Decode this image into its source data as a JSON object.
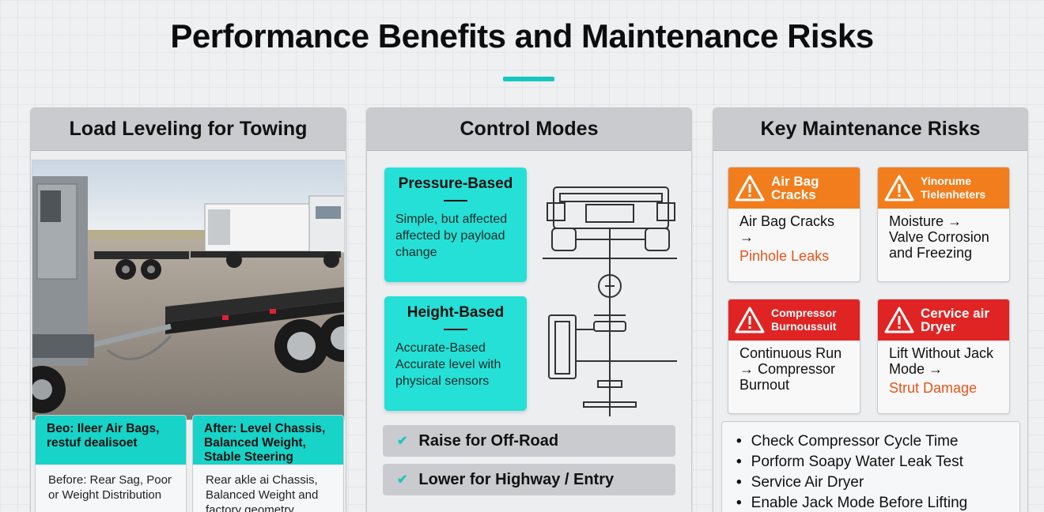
{
  "title": "Performance Benefits and Maintenance Risks",
  "panels": {
    "towing": {
      "heading": "Load Leveling for Towing",
      "before": {
        "head": "Beo: Ileer Air Bags, restuf dealisoet",
        "body": "Before: Rear Sag, Poor or Weight Distribution"
      },
      "after": {
        "head": "After: Level Chassis, Balanced Weight, Stable Steering",
        "body": "Rear akle ai Chassis, Balanced Weight and factory geometry"
      }
    },
    "modes": {
      "heading": "Control Modes",
      "pressure": {
        "title": "Pressure-Based",
        "desc": "Simple, but affected affected by payload change"
      },
      "height": {
        "title": "Height-Based",
        "desc": "Accurate-Based Accurate level with physical sensors"
      },
      "raise_label": "Raise for Off-Road",
      "lower_label": "Lower for Highway / Entry"
    },
    "risks": {
      "heading": "Key Maintenance Risks",
      "cards": [
        {
          "title": "Air Bag Cracks",
          "body": "Air Bag Cracks →",
          "highlight": "Pinhole Leaks",
          "color": "#f27d1d"
        },
        {
          "title": "Yinorume Tielenheters",
          "body": "Moisture → Valve Corrosion and Freezing",
          "highlight": "",
          "color": "#f27d1d"
        },
        {
          "title": "Compressor Burnoussuit",
          "body": "Continuous Run → Compressor Burnout",
          "highlight": "",
          "color": "#e02424"
        },
        {
          "title": "Cervice air Dryer",
          "body": "Lift Without Jack Mode →",
          "highlight": "Strut Damage",
          "color": "#e02424"
        }
      ],
      "checklist": [
        "Check Compressor Cycle Time",
        "Porform Soapy Water Leak Test",
        "Service Air Dryer",
        "Enable Jack Mode Before Lifting"
      ]
    }
  },
  "colors": {
    "accent": "#16c7c0",
    "mode_card": "#25e0d6",
    "warning_orange": "#f27d1d",
    "warning_red": "#e02424",
    "highlight_text": "#e8541a"
  },
  "icons": [
    "warning-triangle-icon",
    "check-icon"
  ]
}
